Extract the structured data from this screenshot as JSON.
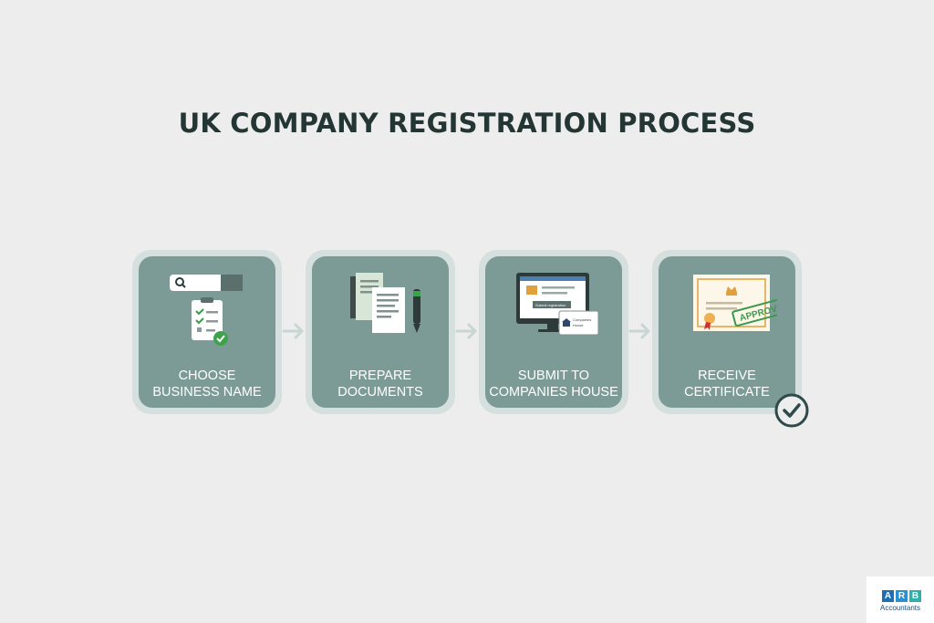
{
  "title": "UK COMPANY REGISTRATION PROCESS",
  "colors": {
    "background": "#ededed",
    "card_outer": "#d5dfdd",
    "card_inner": "#7c9b97",
    "title": "#243634",
    "arrow": "#c8d6d3",
    "check": "#2e4a4a",
    "stamp_green": "#3a9a4a",
    "gold": "#e0a03c"
  },
  "steps": [
    {
      "line1": "CHOOSE",
      "line2": "BUSINESS NAME",
      "icon": "search-checklist-icon"
    },
    {
      "line1": "PREPARE",
      "line2": "DOCUMENTS",
      "icon": "documents-pen-icon"
    },
    {
      "line1": "SUBMIT TO",
      "line2": "COMPANIES HOUSE",
      "icon": "computer-submit-icon"
    },
    {
      "line1": "RECEIVE",
      "line2": "CERTIFICATE",
      "icon": "certificate-approved-icon"
    }
  ],
  "step3_screen_text": "Submit registration",
  "step3_card_text": "Companies House",
  "step4_stamp_text": "APPROVED",
  "completion_icon": "check-circle-icon",
  "logo": {
    "letters": [
      "A",
      "R",
      "B"
    ],
    "name": "Accountants"
  }
}
